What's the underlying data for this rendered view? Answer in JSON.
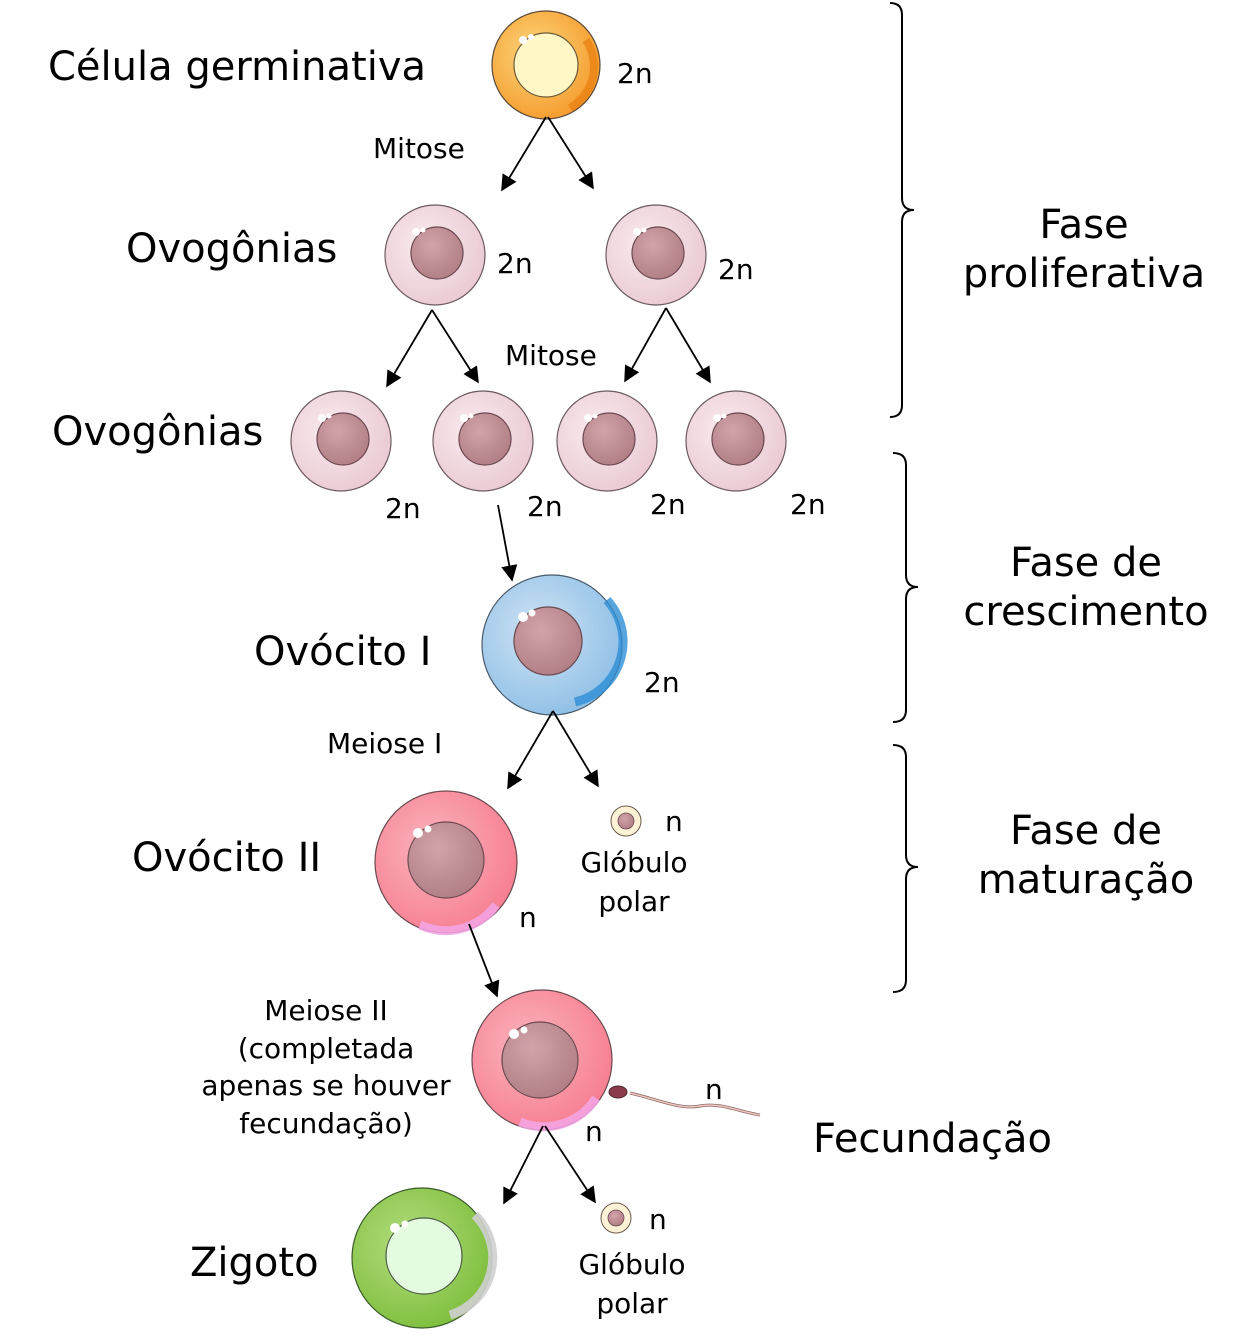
{
  "labels": {
    "celula_germinativa": "Célula germinativa",
    "ovogonias_1": "Ovogônias",
    "ovogonias_2": "Ovogônias",
    "ovocito_1": "Ovócito I",
    "ovocito_2": "Ovócito II",
    "zigoto": "Zigoto",
    "fecundacao": "Fecundação"
  },
  "process": {
    "mitose_1": "Mitose",
    "mitose_2": "Mitose",
    "meiose_1": "Meiose I",
    "meiose_2_lines": [
      "Meiose II",
      "(completada",
      "apenas se houver",
      "fecundação)"
    ]
  },
  "ploidy": {
    "diploid": "2n",
    "haploid": "n"
  },
  "polar_body": {
    "line1": "Glóbulo",
    "line2": "polar"
  },
  "phases": {
    "proliferativa": [
      "Fase",
      "proliferativa"
    ],
    "crescimento": [
      "Fase de",
      "crescimento"
    ],
    "maturacao": [
      "Fase de",
      "maturação"
    ]
  },
  "colors": {
    "germ": "#F7B648",
    "oogonia": "#F1DDE3",
    "oocyte_primary": "#A9CDEB",
    "oocyte_secondary": "#F8909E",
    "zygote": "#8CC84B",
    "nucleus": "#C18C93"
  }
}
